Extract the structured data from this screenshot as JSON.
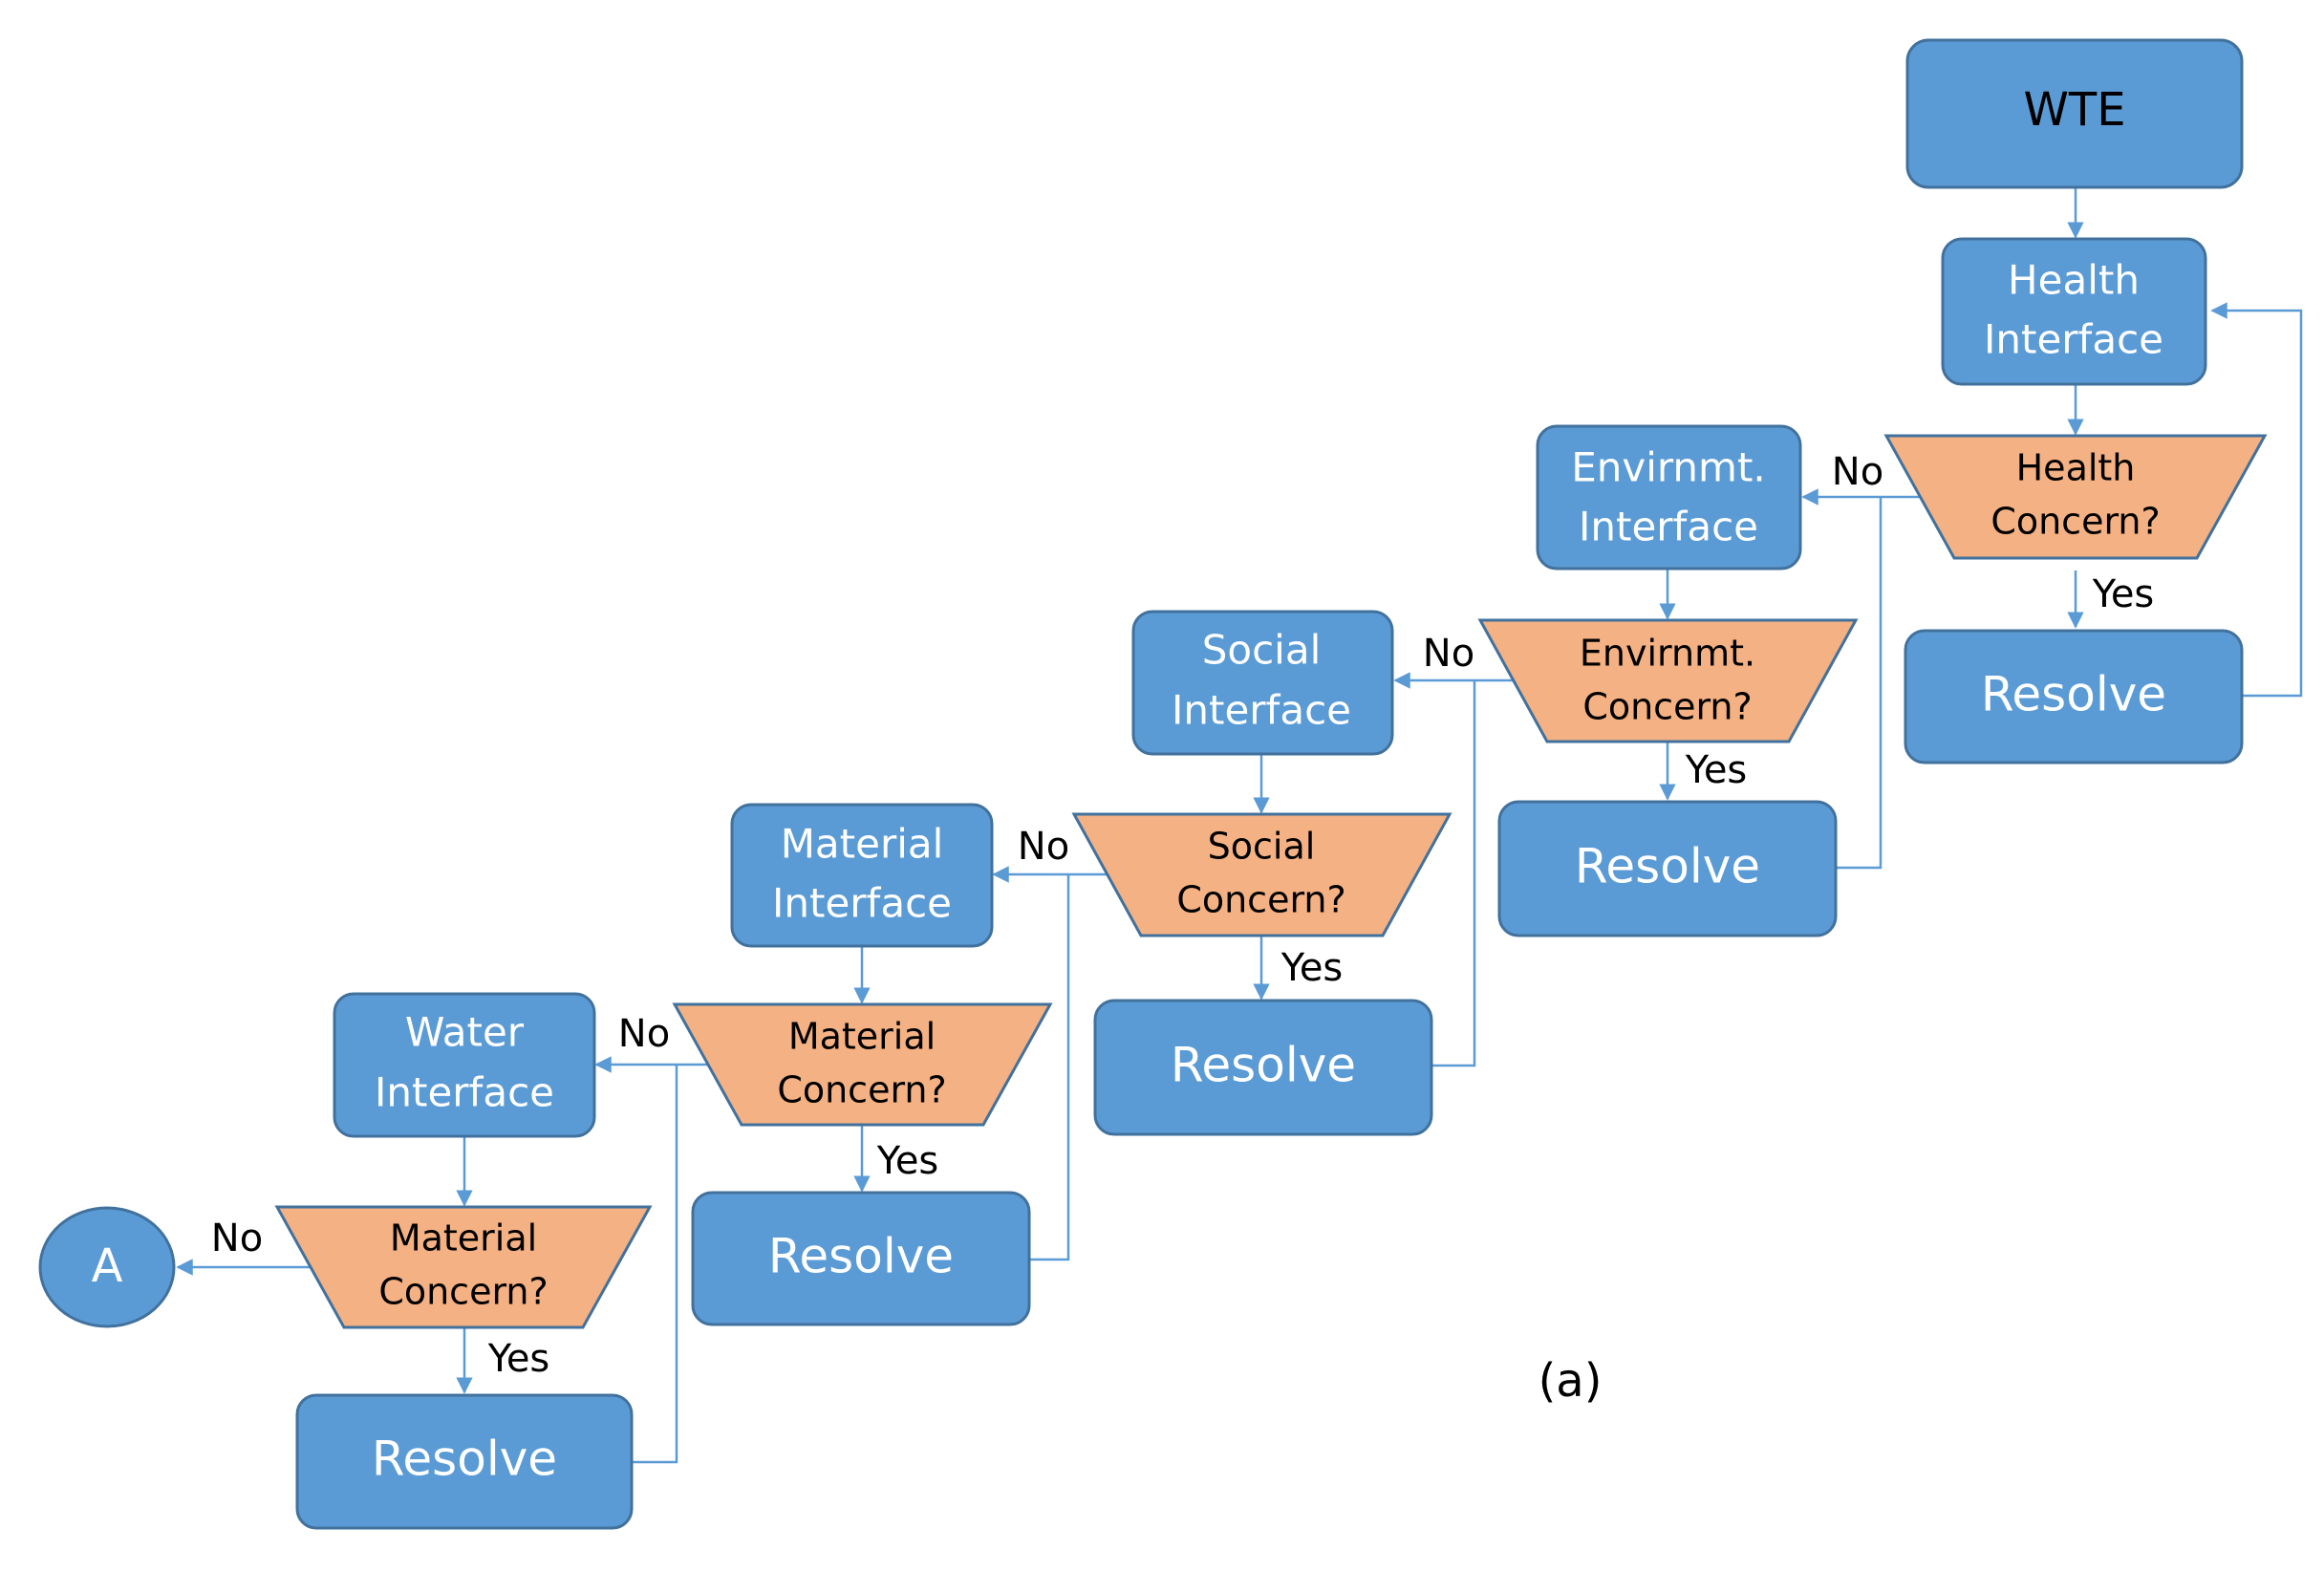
{
  "diagram": {
    "start": "WTE",
    "interfaces": [
      {
        "line1": "Health",
        "line2": "Interface"
      },
      {
        "line1": "Envirnmt.",
        "line2": "Interface"
      },
      {
        "line1": "Social",
        "line2": "Interface"
      },
      {
        "line1": "Material",
        "line2": "Interface"
      },
      {
        "line1": "Water",
        "line2": "Interface"
      }
    ],
    "decisions": [
      {
        "line1": "Health",
        "line2": "Concern?"
      },
      {
        "line1": "Envirnmt.",
        "line2": "Concern?"
      },
      {
        "line1": "Social",
        "line2": "Concern?"
      },
      {
        "line1": "Material",
        "line2": "Concern?"
      },
      {
        "line1": "Material",
        "line2": "Concern?"
      }
    ],
    "resolve_label": "Resolve",
    "yes_label": "Yes",
    "no_label": "No",
    "connector": "A",
    "caption": "(a)",
    "colors": {
      "process_fill": "#5b9bd5",
      "decision_fill": "#f4b183",
      "outline": "#41719c",
      "arrow": "#5b9bd5"
    }
  }
}
